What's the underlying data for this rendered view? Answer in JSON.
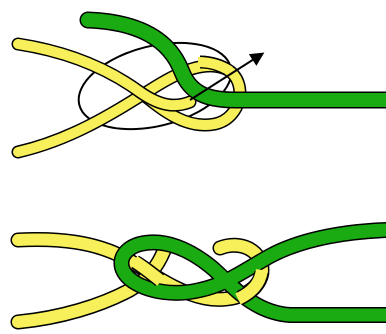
{
  "diagram": {
    "panels": [
      {
        "step": "threading",
        "rope_colors": {
          "yellow_rope": "#f7f05a",
          "green_rope": "#1aab12",
          "outline": "#000000"
        },
        "elements": [
          "yellow-rope",
          "green-rope",
          "threading-loop-guide",
          "direction-arrow"
        ]
      },
      {
        "step": "finished-knot",
        "rope_colors": {
          "yellow_rope": "#f7f05a",
          "green_rope": "#1aab12",
          "outline": "#000000"
        },
        "elements": [
          "yellow-rope",
          "green-rope"
        ]
      }
    ],
    "icons": {
      "arrow": "arrow-up-right-icon"
    }
  }
}
